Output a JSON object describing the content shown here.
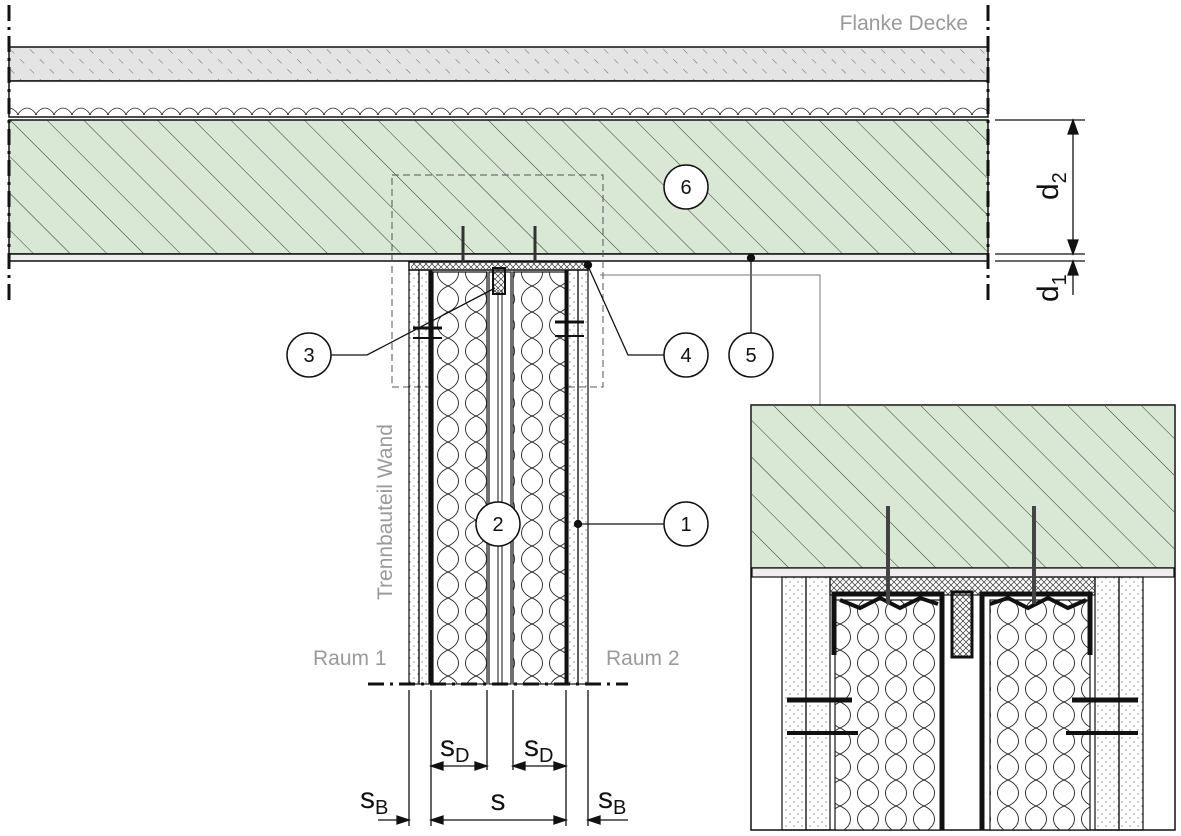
{
  "labels": {
    "flank": "Flanke Decke",
    "wall": "Trennbauteil Wand",
    "room1": "Raum 1",
    "room2": "Raum 2"
  },
  "callouts": [
    "1",
    "2",
    "3",
    "4",
    "5",
    "6"
  ],
  "dimensions": {
    "d2_base": "d",
    "d2_sub": "2",
    "d1_base": "d",
    "d1_sub": "1",
    "sD_base": "s",
    "sD_sub": "D",
    "s": "s",
    "sB_base": "s",
    "sB_sub": "B"
  },
  "colors": {
    "concrete": "#d9e8d5",
    "screed": "#e4e4e4",
    "line": "#111111",
    "grey_text": "#9a9a9a"
  }
}
